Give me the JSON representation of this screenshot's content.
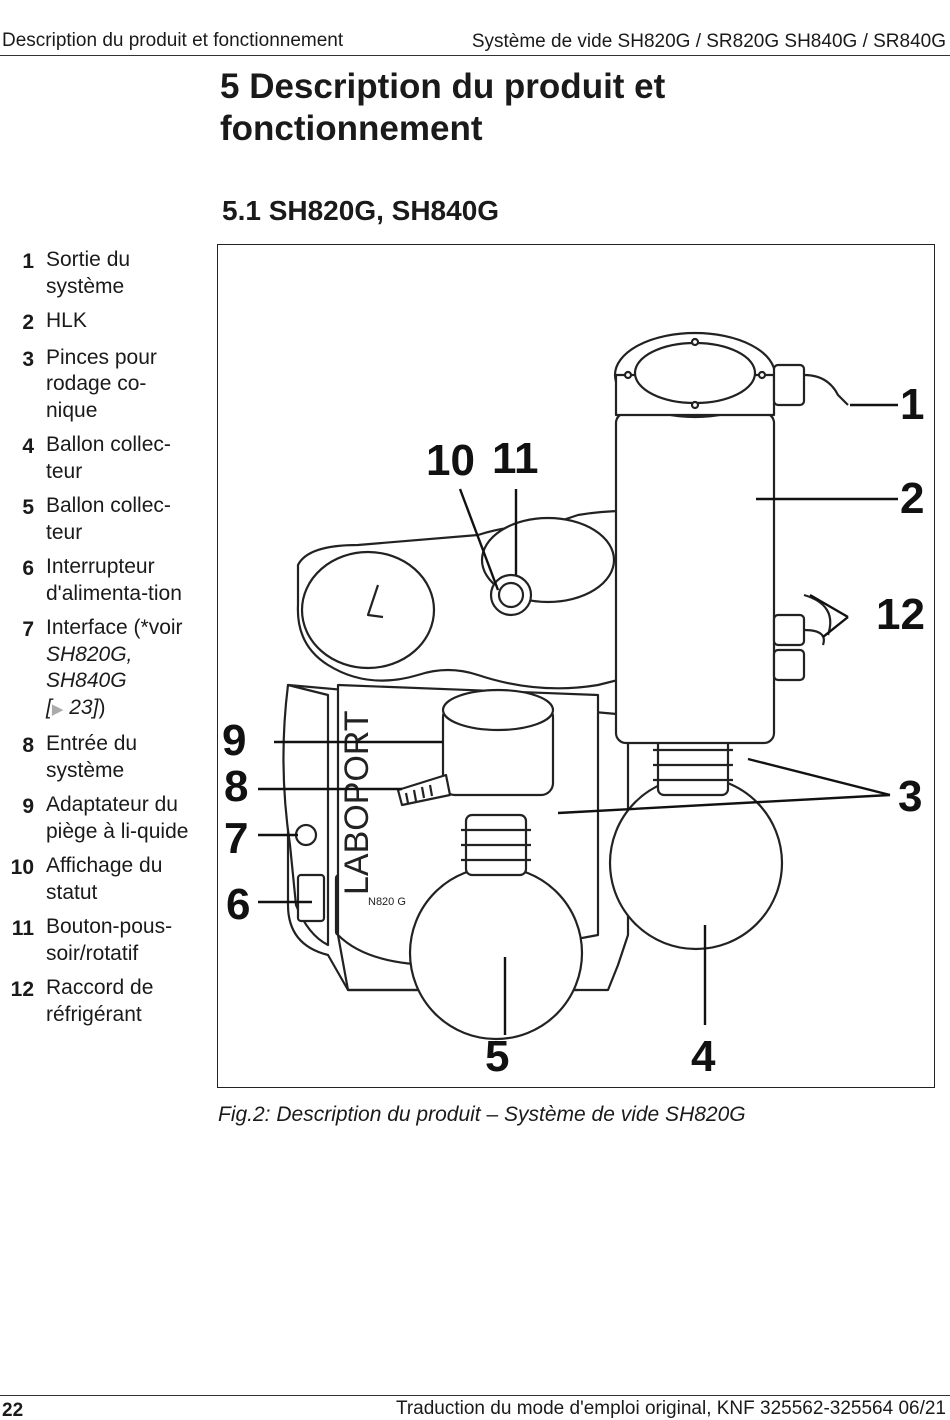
{
  "header": {
    "left": "Description du produit et fonctionnement",
    "right": "Système de vide SH820G / SR820G SH840G / SR840G"
  },
  "title": "5 Description du produit et fonctionnement",
  "subtitle": "5.1 SH820G, SH840G",
  "legend": [
    {
      "num": "1",
      "text": "Sortie du système"
    },
    {
      "num": "2",
      "text": "HLK"
    },
    {
      "num": "3",
      "text": "Pinces pour rodage co-nique"
    },
    {
      "num": "4",
      "text": "Ballon collec-teur"
    },
    {
      "num": "5",
      "text": "Ballon collec-teur"
    },
    {
      "num": "6",
      "text": "Interrupteur d'alimenta-tion"
    },
    {
      "num": "7",
      "text_pre": "Interface (*voir",
      "text_link": "SH820G, SH840G",
      "text_ref": "23",
      "text_post": ")"
    },
    {
      "num": "8",
      "text": "Entrée du système"
    },
    {
      "num": "9",
      "text": "Adaptateur du piège à li-quide"
    },
    {
      "num": "10",
      "text": "Affichage du statut"
    },
    {
      "num": "11",
      "text": "Bouton-pous-soir/rotatif"
    },
    {
      "num": "12",
      "text": "Raccord de réfrigérant"
    }
  ],
  "figure": {
    "brand_text": "LABOPORT",
    "model_text": "N820 G",
    "callouts": [
      "1",
      "2",
      "3",
      "4",
      "5",
      "6",
      "7",
      "8",
      "9",
      "10",
      "11",
      "12"
    ]
  },
  "caption": "Fig.2: Description du produit – Système de vide SH820G",
  "footer": {
    "page": "22",
    "right": "Traduction du mode d'emploi original, KNF 325562-325564 06/21"
  }
}
